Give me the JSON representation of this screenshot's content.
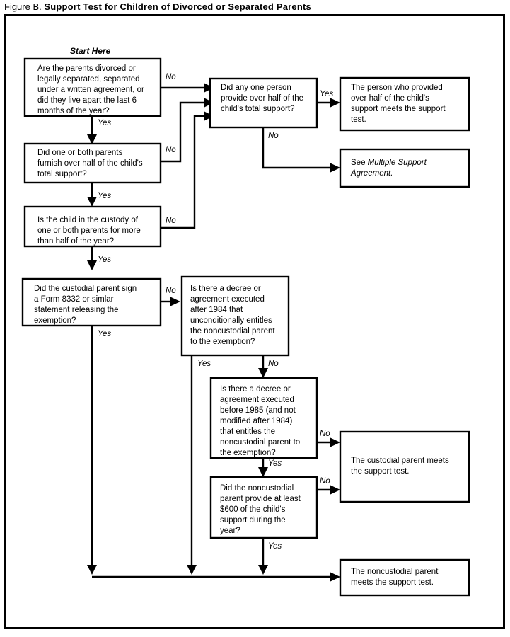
{
  "figure": {
    "label": "Figure B.",
    "name": "Support Test for Children of Divorced or Separated Parents"
  },
  "start_label": "Start Here",
  "nodes": {
    "q_divorced": {
      "id": "q-parents-divorced",
      "lines": [
        "Are the parents divorced or",
        "legally separated, separated",
        "under a written agreement, or",
        "did they live apart the last 6",
        "months of the year?"
      ]
    },
    "q_furnish_half": {
      "id": "q-parents-furnish-half",
      "lines": [
        "Did one or both parents",
        "furnish over half of the child's",
        "total support?"
      ]
    },
    "q_custody": {
      "id": "q-child-custody",
      "lines": [
        "Is the child in the custody of",
        "one or both parents for more",
        "than half of the year?"
      ]
    },
    "q_form8332": {
      "id": "q-form-8332-signed",
      "lines": [
        "Did the custodial parent sign",
        "a Form 8332 or simlar",
        "statement releasing the",
        "exemption?"
      ]
    },
    "q_any_one_person": {
      "id": "q-any-one-person-support",
      "lines": [
        "Did any one person",
        "provide over half of the",
        "child's total support?"
      ]
    },
    "q_decree_after_1984": {
      "id": "q-decree-after-1984",
      "lines": [
        "Is there a decree or",
        "agreement executed",
        "after 1984 that",
        "unconditionally entitles",
        "the noncustodial parent",
        "to the exemption?"
      ]
    },
    "q_decree_before_1985": {
      "id": "q-decree-before-1985",
      "lines": [
        "Is there a decree or",
        "agreement executed",
        "before 1985 (and not",
        "modified after 1984)",
        "that entitles the",
        "noncustodial parent to",
        "the exemption?"
      ]
    },
    "q_600_support": {
      "id": "q-noncustodial-600-support",
      "lines": [
        "Did the noncustodial",
        "parent provide at least",
        "$600 of the child's",
        "support during the",
        "year?"
      ]
    },
    "r_person_meets": {
      "id": "result-person-meets-test",
      "lines": [
        "The person who provided",
        "over half of the child's",
        "support meets the support",
        "test."
      ]
    },
    "r_multiple_support": {
      "id": "result-multiple-support-agreement",
      "lines": [
        "See Multiple Support",
        "Agreement."
      ],
      "italic_text": "Multiple Support Agreement"
    },
    "r_custodial_meets": {
      "id": "result-custodial-parent-meets-test",
      "lines": [
        "The custodial parent meets",
        "the support test."
      ]
    },
    "r_noncustodial_meets": {
      "id": "result-noncustodial-parent-meets-test",
      "lines": [
        "The noncustodial parent",
        "meets the support test."
      ]
    }
  },
  "edge_labels": {
    "yes": "Yes",
    "no": "No"
  },
  "colors": {
    "stroke": "#000000",
    "background": "#ffffff",
    "text": "#000000"
  },
  "chart_data": {
    "type": "diagram",
    "title": "Figure B. Support Test for Children of Divorced or Separated Parents",
    "diagram_kind": "decision-flowchart",
    "edges": [
      {
        "from": "q-parents-divorced",
        "label": "No",
        "to": "q-any-one-person-support"
      },
      {
        "from": "q-parents-divorced",
        "label": "Yes",
        "to": "q-parents-furnish-half"
      },
      {
        "from": "q-parents-furnish-half",
        "label": "No",
        "to": "q-any-one-person-support"
      },
      {
        "from": "q-parents-furnish-half",
        "label": "Yes",
        "to": "q-child-custody"
      },
      {
        "from": "q-child-custody",
        "label": "No",
        "to": "q-any-one-person-support"
      },
      {
        "from": "q-child-custody",
        "label": "Yes",
        "to": "q-form-8332-signed"
      },
      {
        "from": "q-form-8332-signed",
        "label": "No",
        "to": "q-decree-after-1984"
      },
      {
        "from": "q-form-8332-signed",
        "label": "Yes",
        "to": "result-noncustodial-parent-meets-test"
      },
      {
        "from": "q-any-one-person-support",
        "label": "Yes",
        "to": "result-person-meets-test"
      },
      {
        "from": "q-any-one-person-support",
        "label": "No",
        "to": "result-multiple-support-agreement"
      },
      {
        "from": "q-decree-after-1984",
        "label": "Yes",
        "to": "result-noncustodial-parent-meets-test"
      },
      {
        "from": "q-decree-after-1984",
        "label": "No",
        "to": "q-decree-before-1985"
      },
      {
        "from": "q-decree-before-1985",
        "label": "No",
        "to": "result-custodial-parent-meets-test"
      },
      {
        "from": "q-decree-before-1985",
        "label": "Yes",
        "to": "q-noncustodial-600-support"
      },
      {
        "from": "q-noncustodial-600-support",
        "label": "No",
        "to": "result-custodial-parent-meets-test"
      },
      {
        "from": "q-noncustodial-600-support",
        "label": "Yes",
        "to": "result-noncustodial-parent-meets-test"
      }
    ]
  }
}
